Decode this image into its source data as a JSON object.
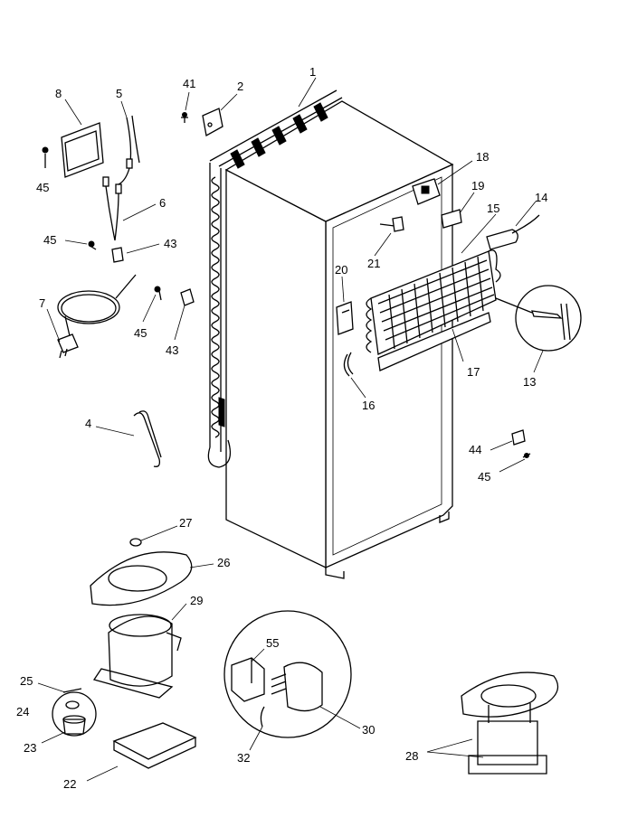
{
  "callouts": {
    "n1": "1",
    "n2": "2",
    "n4": "4",
    "n5": "5",
    "n6": "6",
    "n7": "7",
    "n8": "8",
    "n13": "13",
    "n14": "14",
    "n15": "15",
    "n16": "16",
    "n17": "17",
    "n18": "18",
    "n19": "19",
    "n20": "20",
    "n21": "21",
    "n22": "22",
    "n23": "23",
    "n24": "24",
    "n25": "25",
    "n26": "26",
    "n27": "27",
    "n28": "28",
    "n29": "29",
    "n30": "30",
    "n32": "32",
    "n41": "41",
    "n43a": "43",
    "n43b": "43",
    "n44": "44",
    "n45a": "45",
    "n45b": "45",
    "n45c": "45",
    "n45d": "45",
    "n55": "55"
  }
}
